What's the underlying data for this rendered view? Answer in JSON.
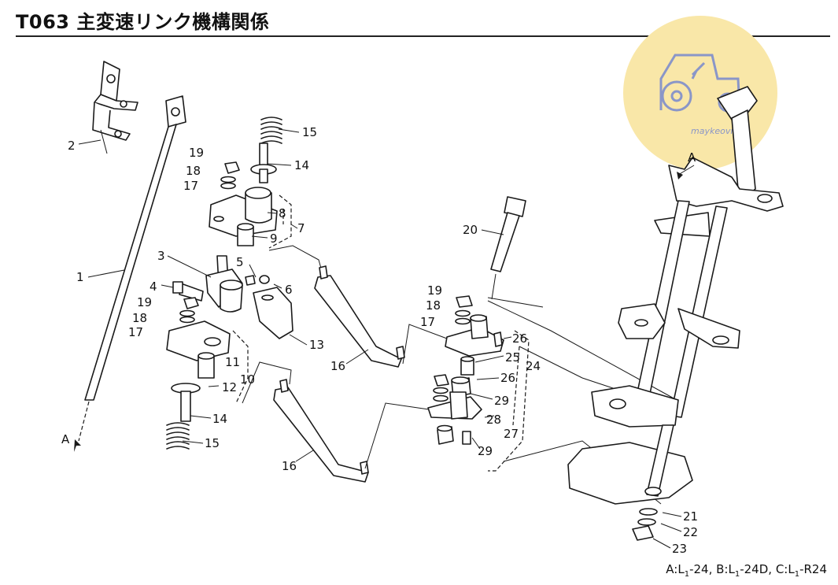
{
  "header": {
    "title": "T063 主変速リンク機構関係"
  },
  "footer": {
    "a_prefix": "A:L",
    "a_sub": "1",
    "a_suffix": "-24, ",
    "b_prefix": "B:L",
    "b_sub": "1",
    "b_suffix": "-24D, ",
    "c_prefix": "C:L",
    "c_sub": "1",
    "c_suffix": "-R24"
  },
  "watermark": {
    "text": "maykeovn",
    "color": "#f9e7a8",
    "icon": "tractor-icon"
  },
  "callouts": [
    "1",
    "2",
    "3",
    "4",
    "5",
    "6",
    "7",
    "8",
    "9",
    "10",
    "11",
    "12",
    "13",
    "14",
    "14",
    "15",
    "15",
    "16",
    "16",
    "17",
    "17",
    "17",
    "18",
    "18",
    "18",
    "19",
    "19",
    "19",
    "20",
    "21",
    "22",
    "23",
    "24",
    "25",
    "26",
    "26",
    "27",
    "28",
    "29",
    "29",
    "A",
    "A"
  ]
}
